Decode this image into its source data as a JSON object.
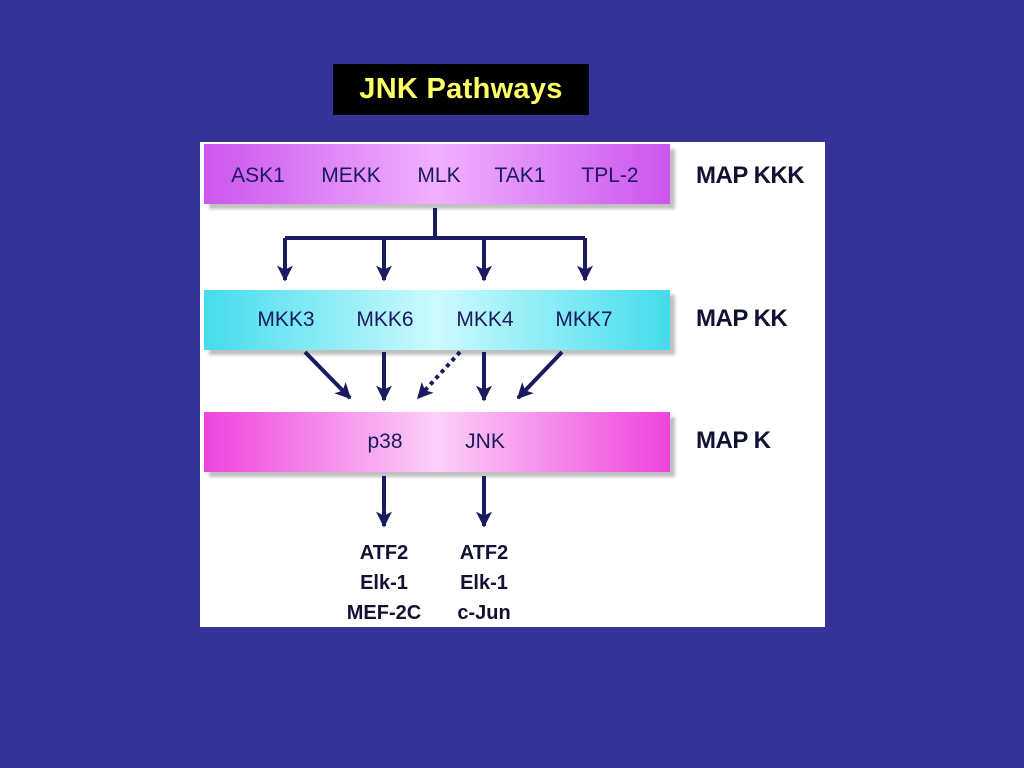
{
  "title": "JNK Pathways",
  "levels": {
    "mapkkk": "MAP KKK",
    "mapkk": "MAP KK",
    "mapk": "MAP K"
  },
  "mapkkk_nodes": [
    "ASK1",
    "MEKK",
    "MLK",
    "TAK1",
    "TPL-2"
  ],
  "mapkk_nodes": [
    "MKK3",
    "MKK6",
    "MKK4",
    "MKK7"
  ],
  "mapk_nodes": [
    "p38",
    "JNK"
  ],
  "p38_targets": [
    "ATF2",
    "Elk-1",
    "MEF-2C"
  ],
  "jnk_targets": [
    "ATF2",
    "Elk-1",
    "c-Jun"
  ],
  "colors": {
    "background": "#353397",
    "title_text": "#ffff66",
    "arrow": "#1a1a5e",
    "mapkkk_band": "#cc55ee",
    "mapkk_band": "#44dcec",
    "mapk_band": "#ee44dd"
  }
}
